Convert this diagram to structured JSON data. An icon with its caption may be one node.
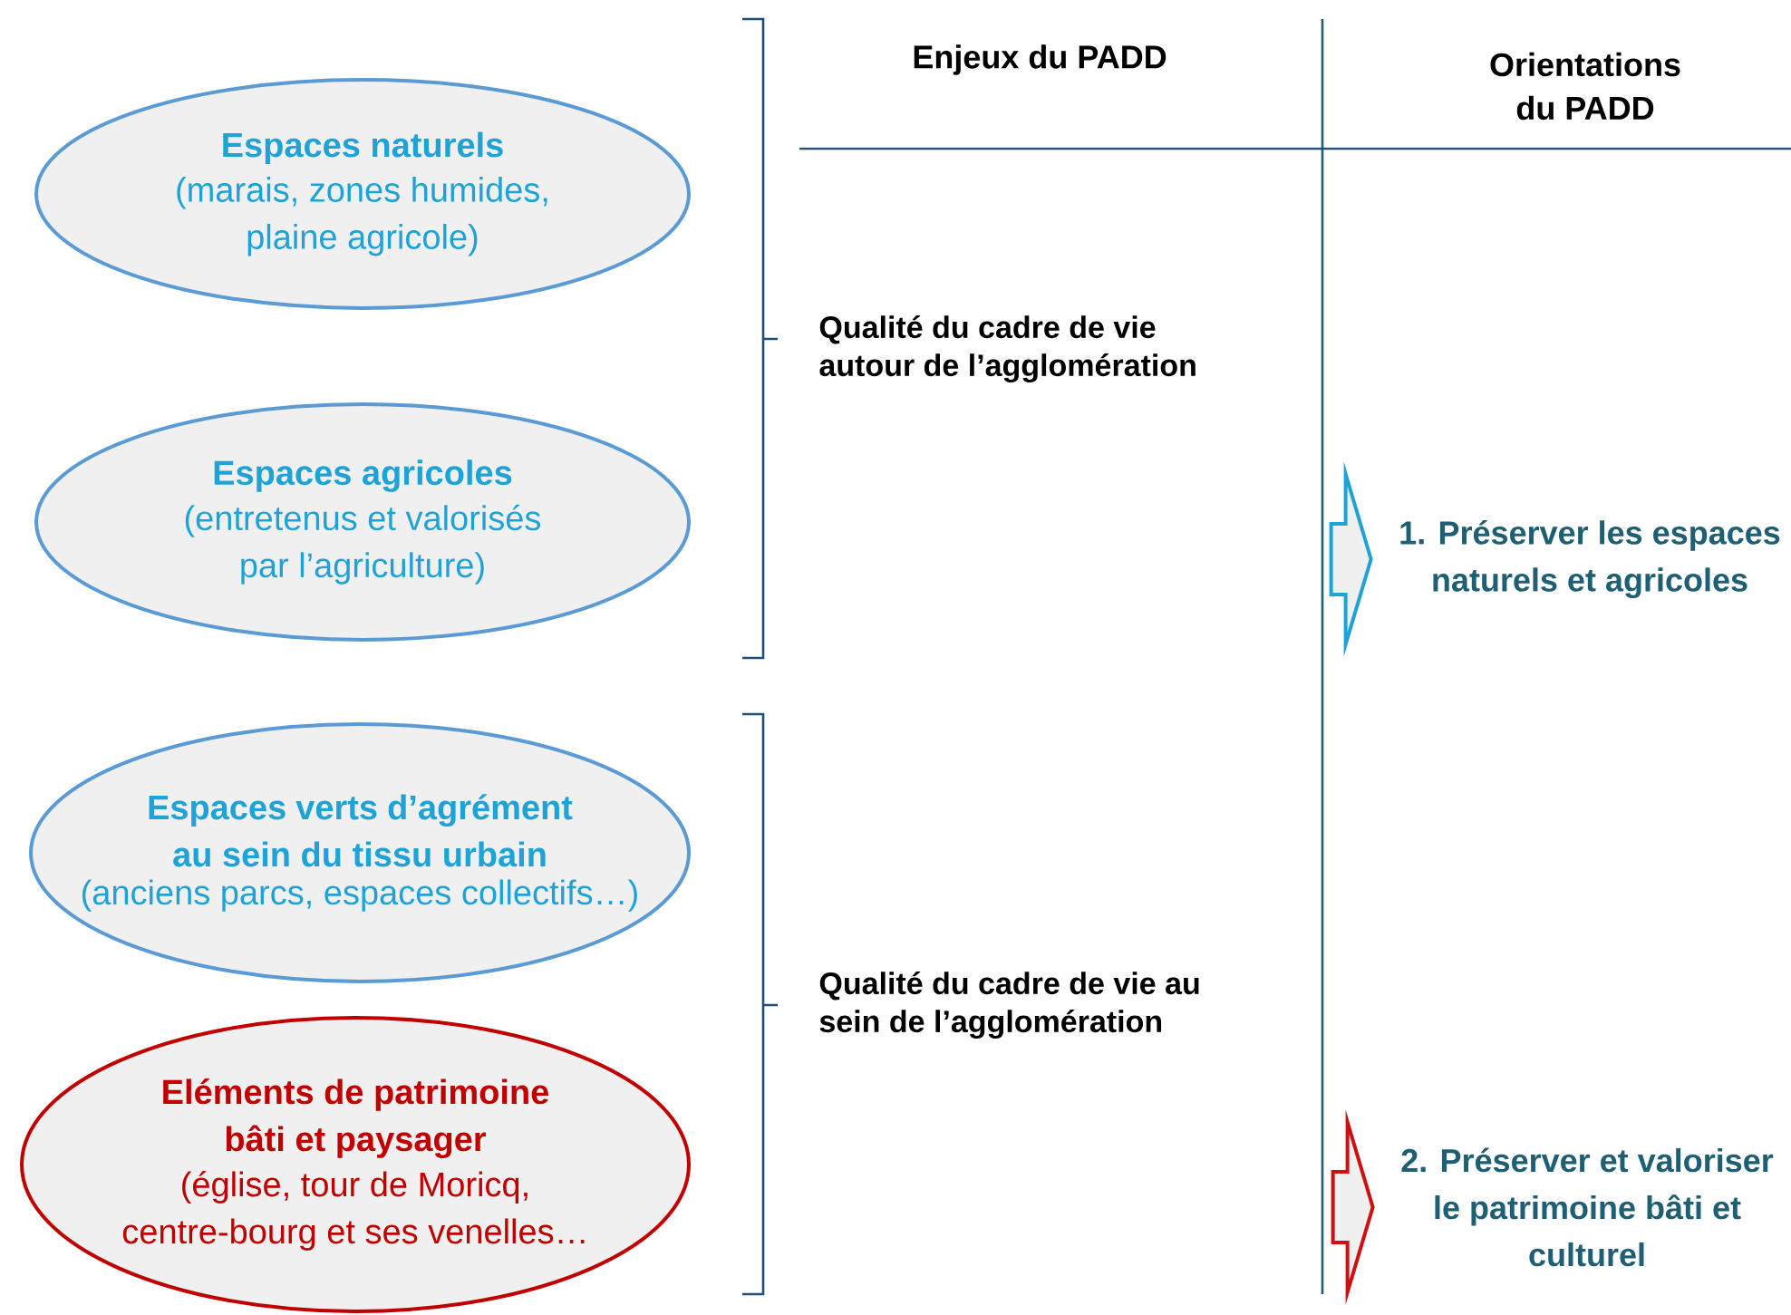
{
  "diagram": {
    "nodes": [
      {
        "text": [
          "Espaces naturels",
          "(marais, zones humides, plaine agricole)"
        ]
      },
      {
        "text": [
          "Espaces agricoles",
          "(entretenus et valorisés par l’agriculture)"
        ]
      },
      {
        "text": [
          "Espaces verts d’agrément au sein du tissu urbain",
          "(anciens parcs, espaces collectifs…)"
        ]
      },
      {
        "text": [
          "Eléments de patrimoine bâti et paysager",
          "(église, tour de Moricq, centre-bourg et ses venelles…"
        ]
      },
      {
        "text": [
          "1. Préserver les espaces naturels et agricoles"
        ]
      },
      {
        "text": [
          "2. Préserver et valoriser le patrimoine bâti et culturel"
        ]
      }
    ],
    "edges": [
      {
        "from": null,
        "to": 4,
        "arrow": "to",
        "color": "#1fa3d6"
      },
      {
        "from": null,
        "to": 5,
        "arrow": "to",
        "color": "#d01010"
      }
    ],
    "labels": [
      "Enjeux du PADD",
      "Orientations du PADD",
      "Qualité du cadre de vie autour de l’agglomération",
      "Qualité du cadre de vie au sein de l’agglomération"
    ]
  }
}
